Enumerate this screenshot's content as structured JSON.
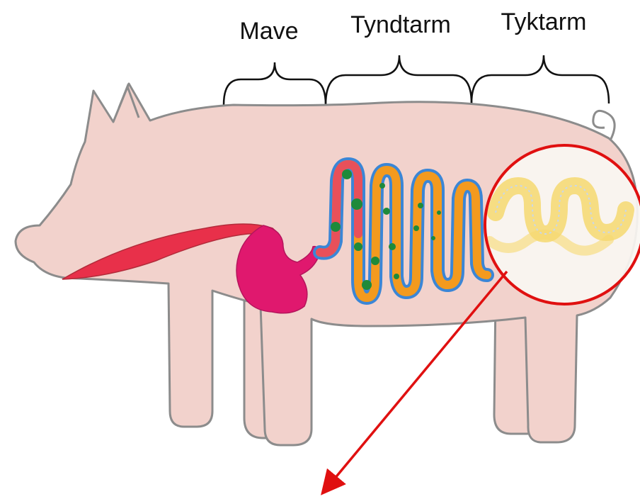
{
  "labels": {
    "stomach": "Mave",
    "small_intestine": "Tyndtarm",
    "large_intestine": "Tyktarm"
  },
  "colors": {
    "body_fill": "#f2d2cc",
    "body_outline": "#8c8c8c",
    "esophagus": "#e8304a",
    "stomach": "#e0186e",
    "intestine_outline": "#3b86d6",
    "intestine_fill": "#f39a1e",
    "intestine_start": "#e8505a",
    "villi": "#1e8a3a",
    "magnifier": "#e01010",
    "large_intestine": "#f6d870"
  },
  "icons": {
    "pig": "pig-silhouette",
    "magnifier": "magnifier-circle",
    "arrow": "pointer-arrow"
  }
}
